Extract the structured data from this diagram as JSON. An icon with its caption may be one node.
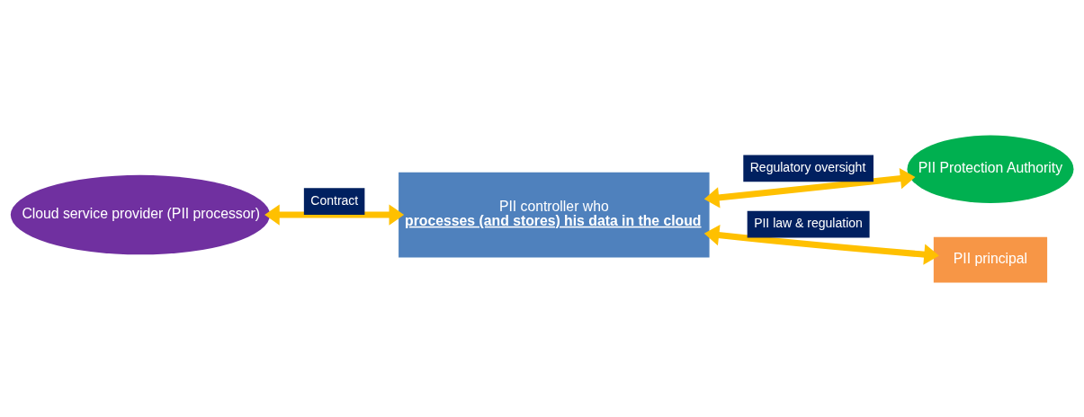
{
  "diagram": {
    "nodes": [
      {
        "text": [
          "Cloud service provider (PII processor)"
        ]
      },
      {
        "text": [
          "PII controller who",
          "processes (and stores) his data in the cloud"
        ]
      },
      {
        "text": [
          "PII Protection Authority"
        ]
      },
      {
        "text": [
          "PII principal"
        ]
      }
    ],
    "edges": [
      {
        "from": 0,
        "to": 1,
        "arrow": "both",
        "label": "Contract"
      },
      {
        "from": 1,
        "to": 2,
        "arrow": "both",
        "label": "Regulatory oversight"
      },
      {
        "from": 1,
        "to": 3,
        "arrow": "both",
        "label": "PII law & regulation"
      }
    ]
  }
}
